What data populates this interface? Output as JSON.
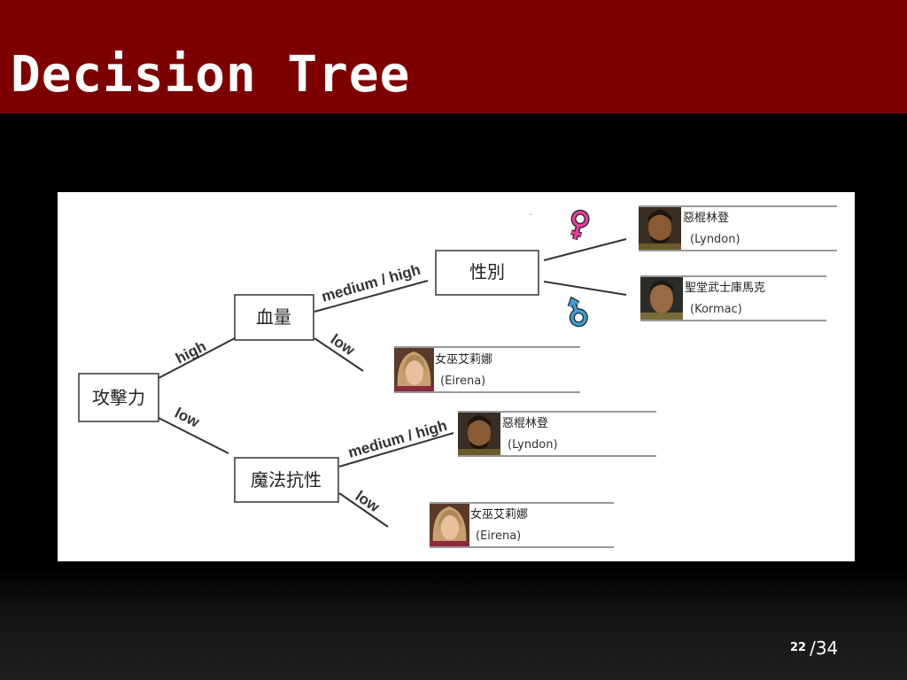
{
  "slide": {
    "title": "Decision Tree",
    "page_current": "22",
    "page_total": "/34"
  },
  "diagram": {
    "nodes": {
      "root": "攻擊力",
      "hp": "血量",
      "magic_resist": "魔法抗性",
      "gender": "性別"
    },
    "edges": {
      "root_high": "high",
      "root_low": "low",
      "hp_medium_high": "medium / high",
      "hp_low": "low",
      "magic_medium_high": "medium / high",
      "magic_low": "low"
    },
    "leaves": {
      "gender_female": {
        "name": "惡棍林登",
        "name_en": "(Lyndon)"
      },
      "gender_male": {
        "name": "聖堂武士庫馬克",
        "name_en": "(Kormac)"
      },
      "hp_low": {
        "name": "女巫艾莉娜",
        "name_en": "(Eirena)"
      },
      "magic_medium_high": {
        "name": "惡棍林登",
        "name_en": "(Lyndon)"
      },
      "magic_low": {
        "name": "女巫艾莉娜",
        "name_en": "(Eirena)"
      }
    },
    "symbols": {
      "female": "female-symbol-icon",
      "male": "male-symbol-icon"
    },
    "colors": {
      "female_symbol": "#e0409a",
      "male_symbol": "#3aa0d8",
      "header": "#7d0000"
    }
  }
}
